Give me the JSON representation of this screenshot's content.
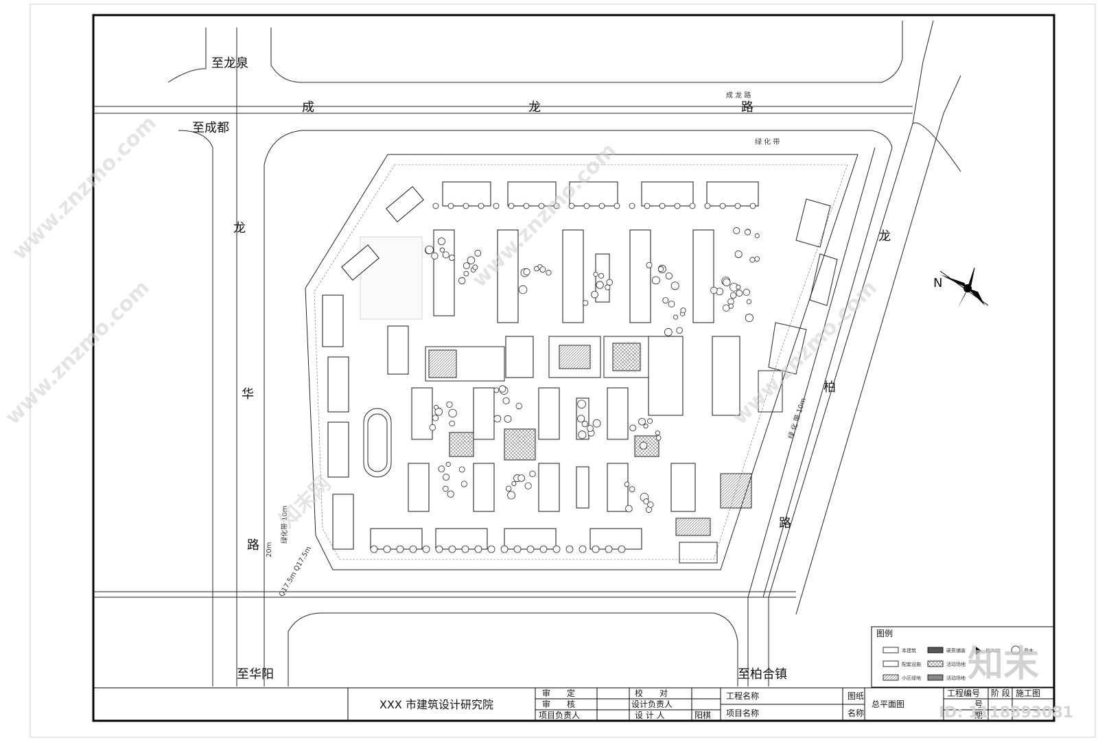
{
  "places": {
    "longquan": "至龙泉",
    "chengdu": "至成都",
    "huayang": "至华阳",
    "baihe": "至柏合镇"
  },
  "roads": {
    "cheng_long_chars": [
      "成",
      "龙",
      "路"
    ],
    "cheng_long_small": "成 龙 路",
    "green_belt_top": "绿 化 带",
    "hua_long_chars": [
      "龙",
      "华",
      "路"
    ],
    "hua_long_belt": "绿化带 10m",
    "hua_long_width": "20m",
    "long_bai_chars": [
      "龙",
      "柏",
      "路"
    ],
    "long_bai_belt": "绿 化 带 10m",
    "dims": "Q17.5m  Q17.5m"
  },
  "north": "N",
  "legend": {
    "title": "图例",
    "items": [
      "本建筑",
      "配套设施",
      "小区绿地",
      "硬质铺装",
      "活动场地",
      "活动场地",
      "出入口",
      "乔木"
    ]
  },
  "title_block": {
    "institute": "XXX 市建筑设计研究院",
    "review": "审　　定",
    "check": "审　　核",
    "project_lead": "项目负责人",
    "proof": "校　　对",
    "design_lead": "设计负责人",
    "designer": "设 计 人",
    "designer_name": "阳棋",
    "project_name_label": "工程名称",
    "item_name_label": "项目名称",
    "drawing_label": "图纸",
    "name_label": "名称",
    "drawing_name": "总平面图",
    "project_no_label": "工程编号",
    "stage_label": "阶 段",
    "stage_value": "施工图",
    "row2a": "号",
    "row2b": "期"
  },
  "watermarks": [
    "www.znzmo.com",
    "知末网",
    "www.znzmo.com",
    "www.znzmo.com",
    "www.znzmo.com"
  ],
  "logo": "知末",
  "id": "ID: 1118893081"
}
